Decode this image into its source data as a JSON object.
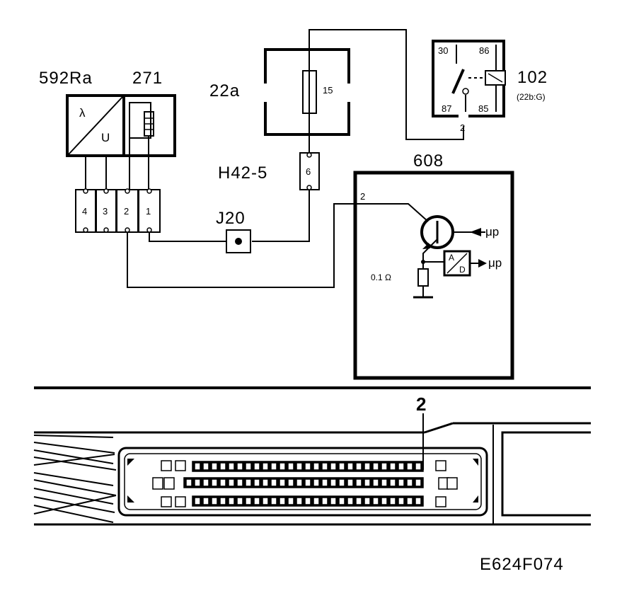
{
  "labels": {
    "sensor_oxygen": "592Ra",
    "sensor_heater": "271",
    "fuse_box": "22a",
    "fuse_number": "15",
    "relay": "102",
    "relay_note": "(22b:G)",
    "relay_pin_30": "30",
    "relay_pin_86": "86",
    "relay_pin_87": "87",
    "relay_pin_85": "85",
    "relay_pin_2": "2",
    "connector": "H42-5",
    "connector_pin": "6",
    "junction": "J20",
    "ecu": "608",
    "ecu_pin": "2",
    "resistor": "0.1 Ω",
    "micro_1": "μp",
    "micro_2": "μp",
    "adc_a": "A",
    "adc_d": "D",
    "lambda": "λ",
    "u": "U",
    "pin_4": "4",
    "pin_3": "3",
    "pin_2": "2",
    "pin_1": "1",
    "connector_pin_callout": "2",
    "figure_code": "E624F074"
  }
}
